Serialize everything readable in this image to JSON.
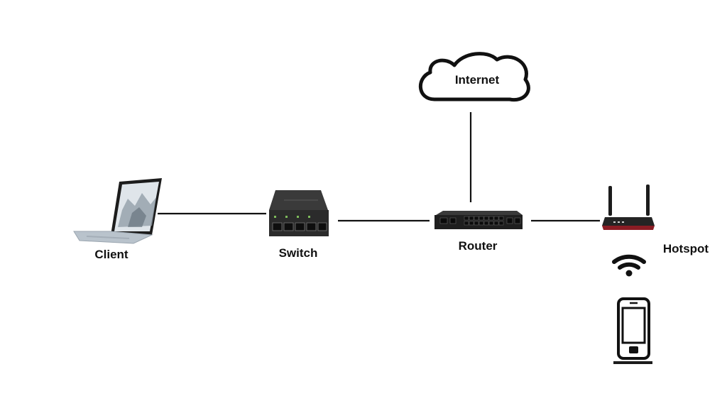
{
  "nodes": {
    "internet": {
      "label": "Internet",
      "icon": "cloud-icon"
    },
    "client": {
      "label": "Client",
      "icon": "laptop-icon"
    },
    "switch": {
      "label": "Switch",
      "icon": "switch-icon"
    },
    "router": {
      "label": "Router",
      "icon": "router-icon"
    },
    "hotspot": {
      "label": "Hotspot",
      "icon": "wireless-router-icon"
    },
    "wifi": {
      "icon": "wifi-icon"
    },
    "phone": {
      "icon": "smartphone-icon"
    }
  },
  "links": [
    {
      "from": "client",
      "to": "switch"
    },
    {
      "from": "switch",
      "to": "router"
    },
    {
      "from": "router",
      "to": "hotspot"
    },
    {
      "from": "internet",
      "to": "router"
    }
  ],
  "colors": {
    "line": "#111111",
    "device_dark": "#2b2b2b",
    "laptop_body": "#b9c3cc",
    "hotspot_accent": "#8a1c24"
  }
}
